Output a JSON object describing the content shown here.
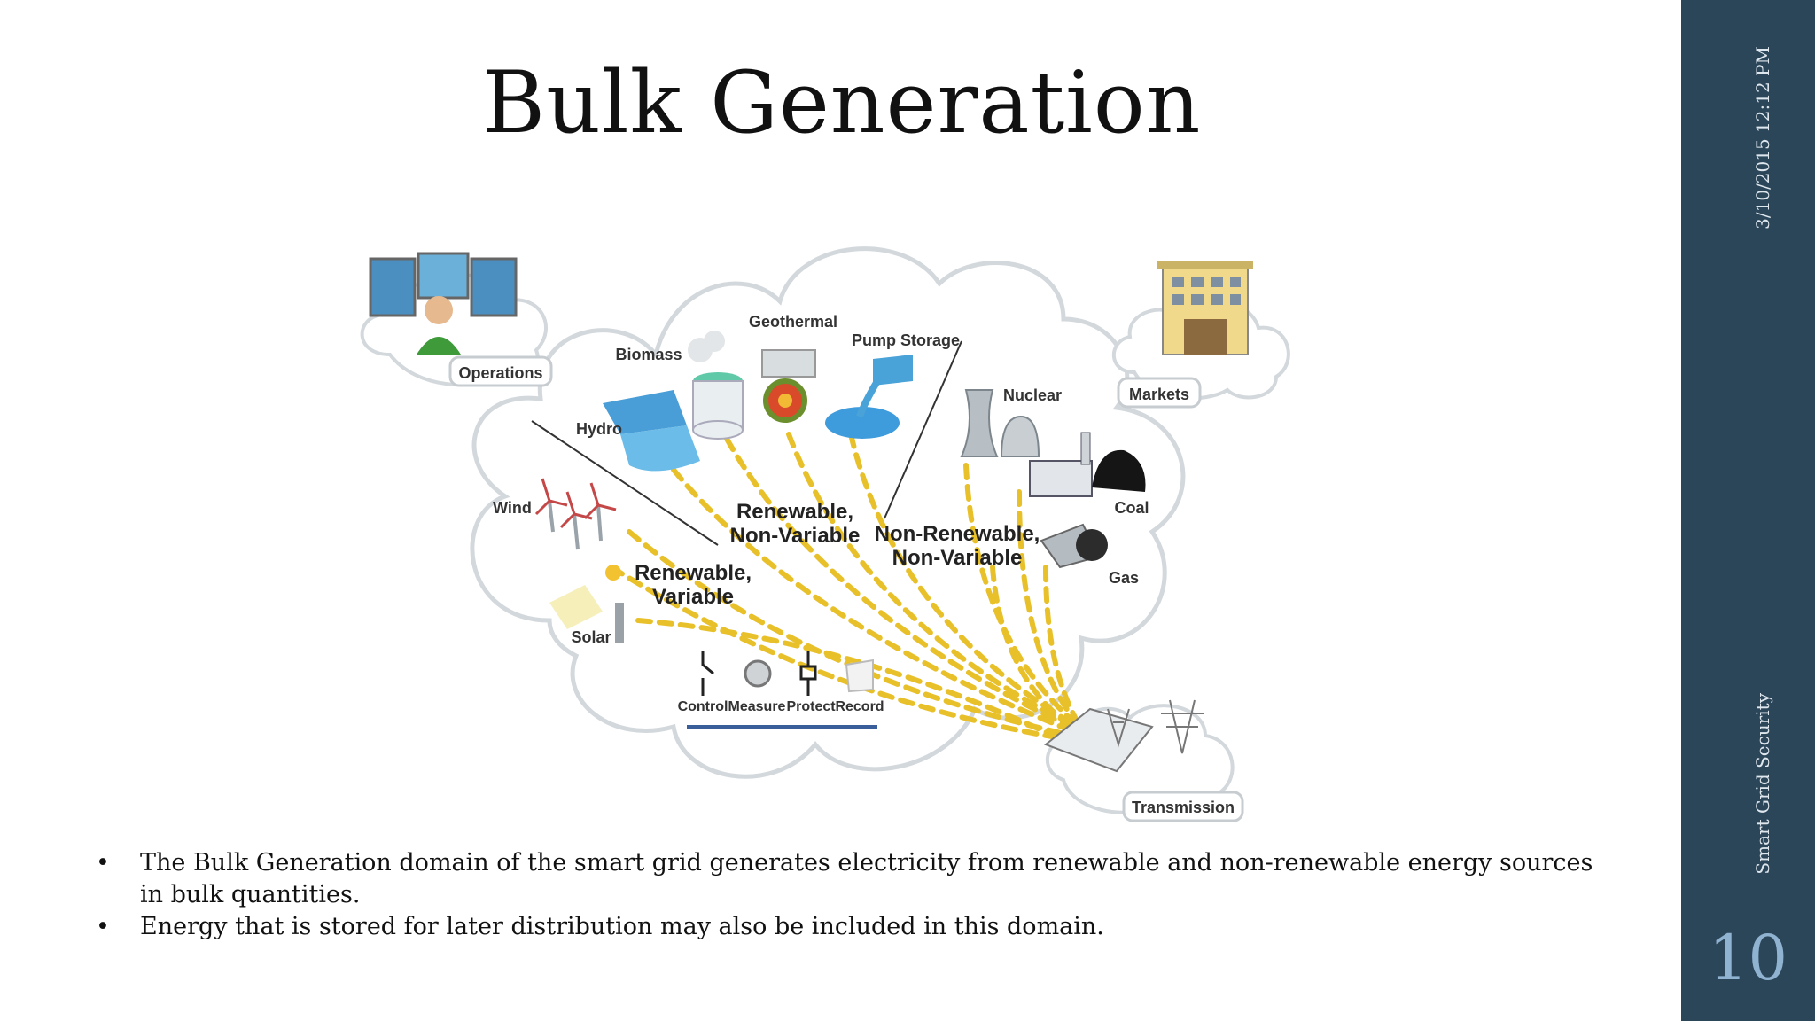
{
  "slide": {
    "title": "Bulk Generation",
    "date": "3/10/2015 12:12 PM",
    "course": "Smart Grid Security",
    "page_number": "10",
    "bullets": [
      "The Bulk Generation domain of the smart grid generates electricity from renewable and non-renewable energy sources in bulk quantities.",
      "Energy that is stored for later distribution may also be included in this domain."
    ]
  },
  "diagram": {
    "operations": "Operations",
    "markets": "Markets",
    "transmission": "Transmission",
    "biomass": "Biomass",
    "geothermal": "Geothermal",
    "pump_storage": "Pump Storage",
    "hydro": "Hydro",
    "nuclear": "Nuclear",
    "wind": "Wind",
    "coal": "Coal",
    "gas": "Gas",
    "solar": "Solar",
    "rnv_line1": "Renewable,",
    "rnv_line2": "Non-Variable",
    "nrnv_line1": "Non-Renewable,",
    "nrnv_line2": "Non-Variable",
    "rv_line1": "Renewable,",
    "rv_line2": "Variable",
    "control": "Control",
    "measure": "Measure",
    "protect": "Protect",
    "record": "Record"
  },
  "colors": {
    "sidebar": "#2c4659",
    "page_number": "#8fb3d1",
    "energy_dash": "#e8c02a"
  }
}
